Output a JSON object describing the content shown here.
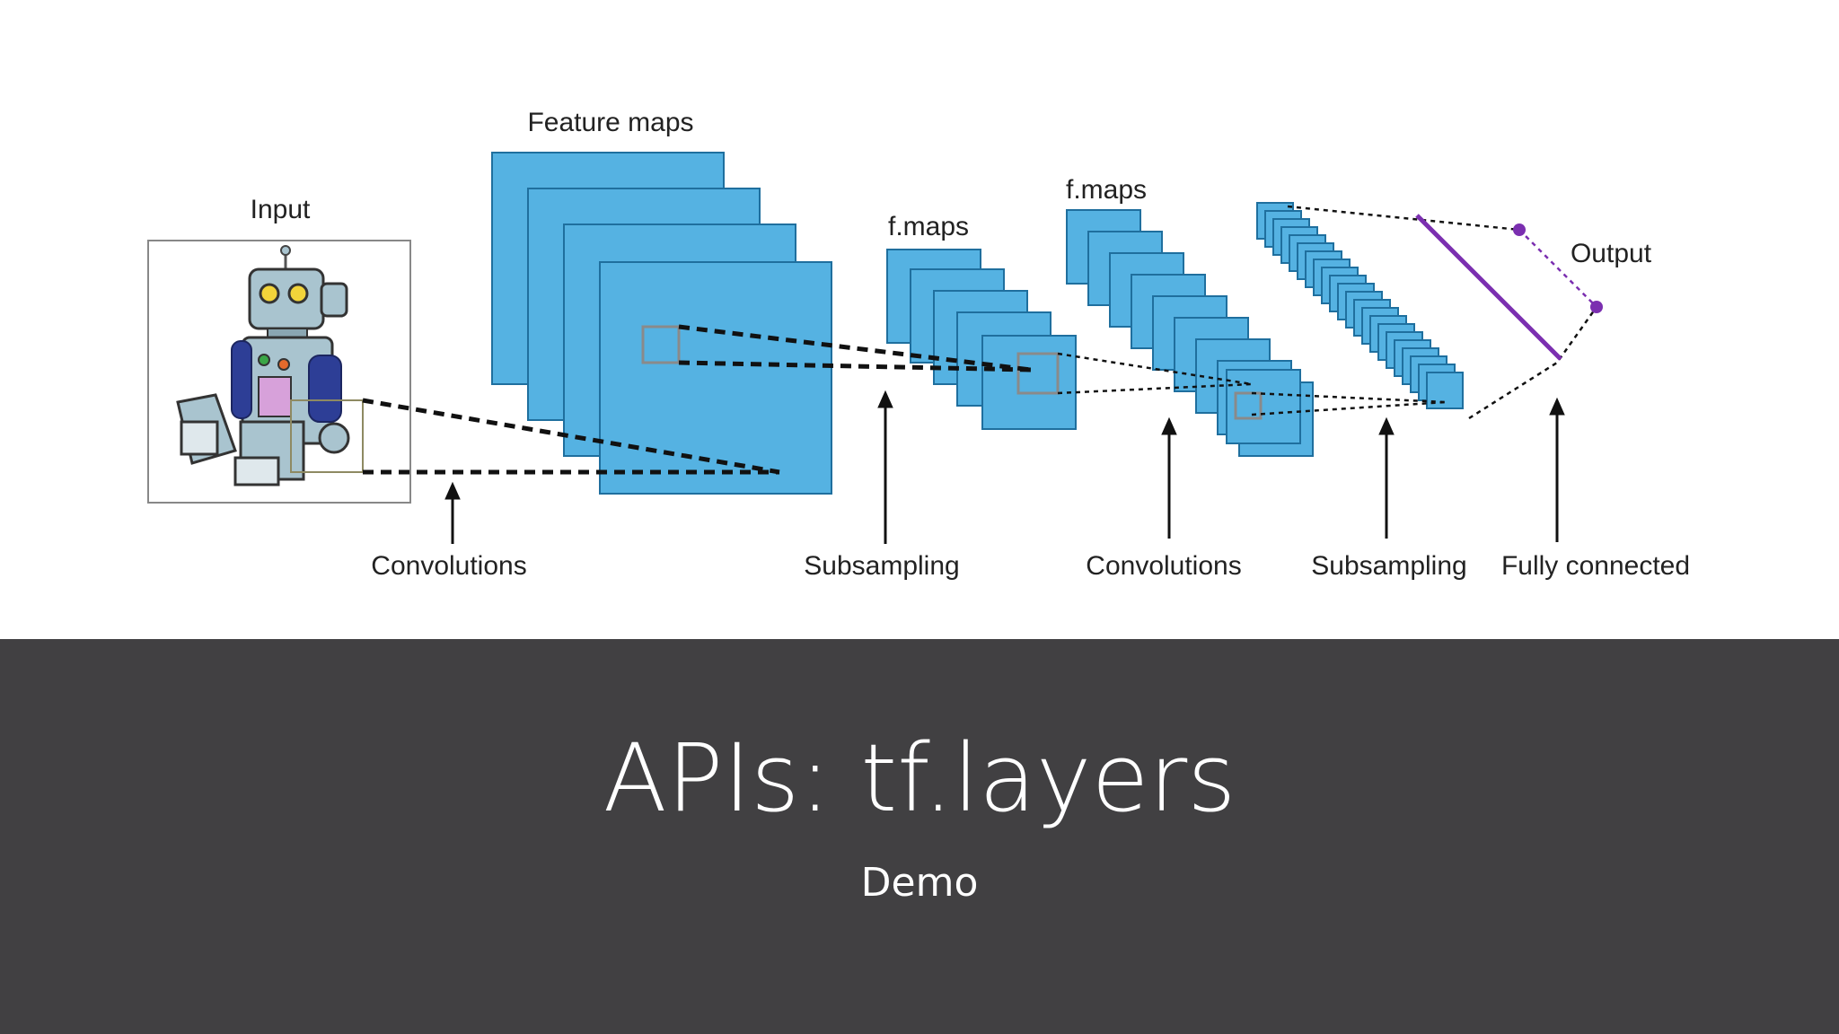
{
  "diagram": {
    "labels": {
      "input": "Input",
      "feature_maps": "Feature maps",
      "fmaps_1": "f.maps",
      "fmaps_2": "f.maps",
      "output": "Output"
    },
    "stages": [
      "Convolutions",
      "Subsampling",
      "Convolutions",
      "Subsampling",
      "Fully connected"
    ],
    "colors": {
      "map_fill": "#55b2e2",
      "map_stroke": "#1f6f9e",
      "connector": "#111111",
      "output_accent": "#7b2fb0",
      "robot_body": "#a9c4cf",
      "robot_arm": "#2d3e96"
    }
  },
  "slide": {
    "title": "APIs: tf.layers",
    "subtitle": "Demo",
    "band_color": "#414042"
  }
}
